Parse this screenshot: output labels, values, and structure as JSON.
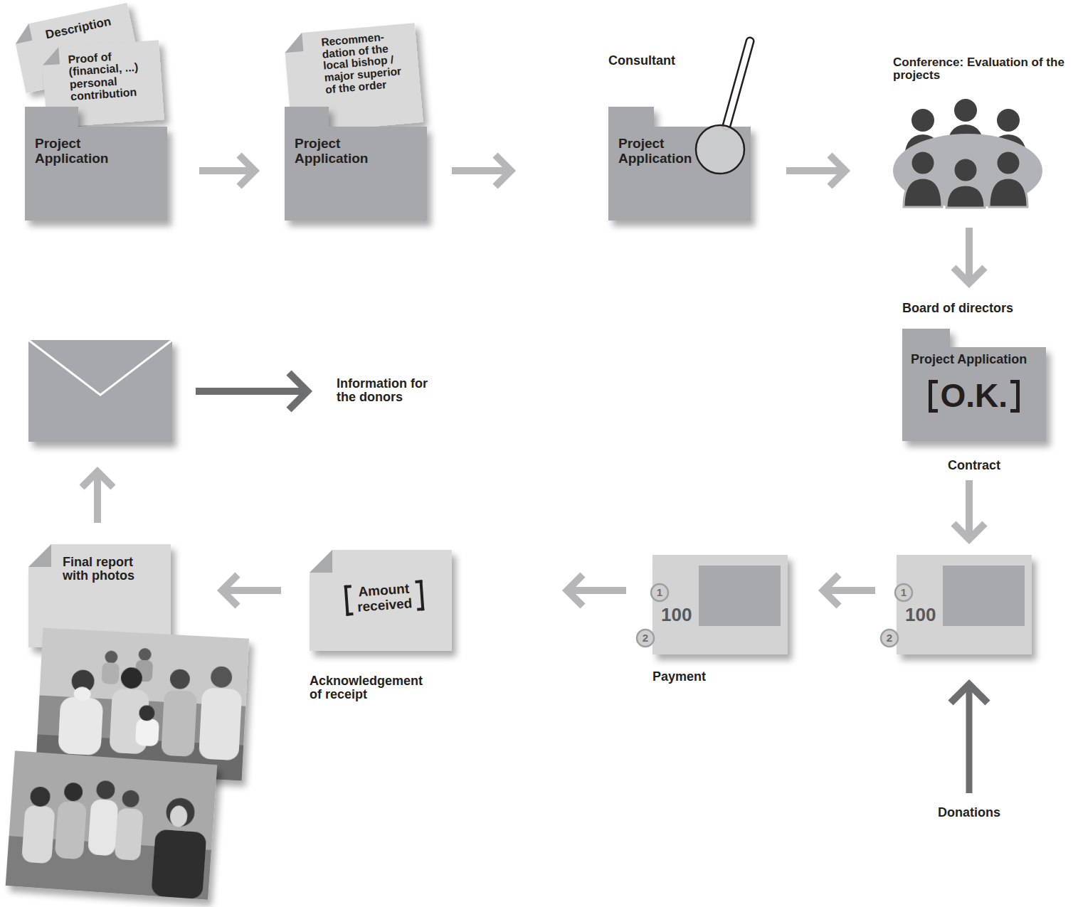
{
  "diagram": {
    "nodes": [
      {
        "text": [
          "Description"
        ]
      },
      {
        "text": [
          "Proof of (financial, ...) personal contribution"
        ]
      },
      {
        "text": [
          "Project Application"
        ]
      },
      {
        "text": [
          "Recommen- dation of the local bishop / major superior of the order"
        ]
      },
      {
        "text": [
          "Project Application"
        ]
      },
      {
        "text": [
          "Consultant",
          "Project Application"
        ]
      },
      {
        "text": [
          "Conference: Evaluation of the projects"
        ]
      },
      {
        "text": [
          "Board of directors",
          "Project Application",
          "O.K.",
          "Contract"
        ]
      },
      {
        "text": [
          "1",
          "100",
          "2"
        ]
      },
      {
        "text": [
          "1",
          "100",
          "2",
          "Payment"
        ]
      },
      {
        "text": [
          "Amount received",
          "Acknowledgement of receipt"
        ]
      },
      {
        "text": [
          "Final report with photos"
        ]
      },
      {
        "text": []
      }
    ],
    "edges": [
      {
        "from": 2,
        "to": 4,
        "arrow": "to"
      },
      {
        "from": 4,
        "to": 5,
        "arrow": "to"
      },
      {
        "from": 5,
        "to": 6,
        "arrow": "to"
      },
      {
        "from": 6,
        "to": 7,
        "arrow": "to"
      },
      {
        "from": 7,
        "to": 8,
        "arrow": "to"
      },
      {
        "from": 8,
        "to": 9,
        "arrow": "to"
      },
      {
        "from": 9,
        "to": 10,
        "arrow": "to"
      },
      {
        "from": 10,
        "to": 11,
        "arrow": "to"
      },
      {
        "from": 11,
        "to": 12,
        "arrow": "to"
      }
    ],
    "labels": [
      "Information for the donors",
      "Donations"
    ]
  }
}
